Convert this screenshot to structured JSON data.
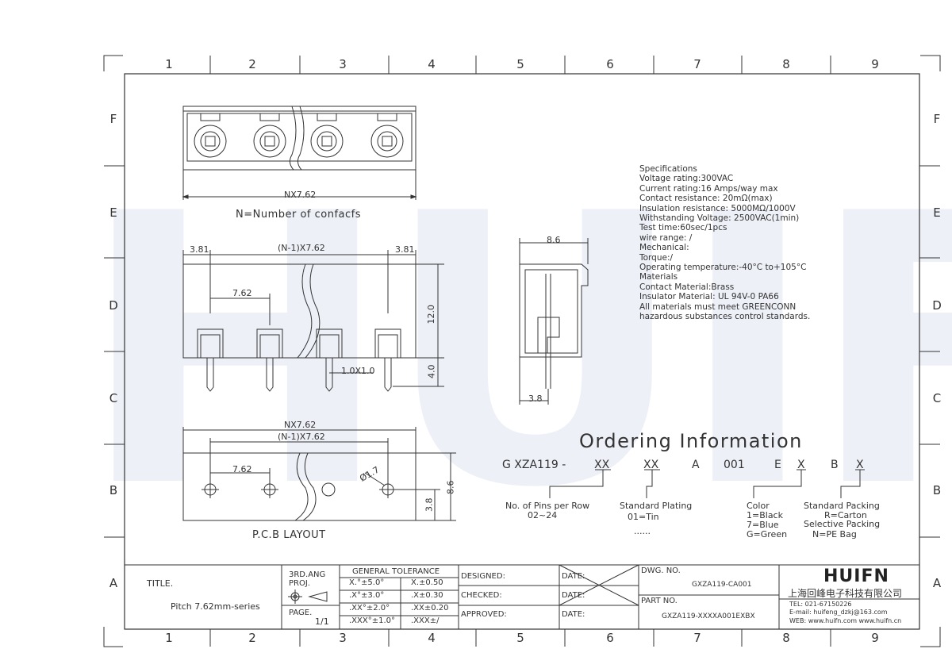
{
  "zones": {
    "columns": [
      "1",
      "2",
      "3",
      "4",
      "5",
      "6",
      "7",
      "8",
      "9"
    ],
    "rows": [
      "F",
      "E",
      "D",
      "C",
      "B",
      "A"
    ]
  },
  "watermark": "HUIFN",
  "views": {
    "top_dim": "NX7.62",
    "top_caption": "N=Number of confacfs",
    "front_dims": [
      "3.81",
      "(N-1)X7.62",
      "3.81",
      "7.62",
      "12.0",
      "4.0",
      "1.0X1.0"
    ],
    "side_dims": [
      "8.6",
      "3.8"
    ],
    "pcb_dims": [
      "NX7.62",
      "(N-1)X7.62",
      "7.62",
      "Ø1.7",
      "8.6",
      "3.8"
    ],
    "pcb_caption": "P.C.B LAYOUT"
  },
  "specifications": [
    "Specifications",
    "Voltage rating:300VAC",
    "Current rating:16 Amps/way max",
    "Contact resistance: 20mΩ(max)",
    "Insulation resistance: 5000MΩ/1000V",
    "Withstanding Voltage: 2500VAC(1min)",
    "Test time:60sec/1pcs",
    "wire range: /",
    "Mechanical:",
    "Torque:/",
    "Operating temperature:-40°C to+105°C",
    "Materials",
    "Contact Material:Brass",
    "Insulator Material: UL 94V-0 PA66",
    "All materials must meet GREENCONN",
    "hazardous substances control standards."
  ],
  "ordering": {
    "title": "Ordering Information",
    "code": [
      "G XZA119 -",
      "XX",
      "XX",
      "A",
      "001",
      "E",
      "X",
      "B",
      "X"
    ],
    "pins_label": "No. of Pins per Row",
    "pins_range": "02~24",
    "plating_label": "Standard Plating",
    "plating_value": "01=Tin",
    "plating_more": "......",
    "color_label": "Color",
    "color_values": [
      "1=Black",
      "7=Blue",
      "G=Green"
    ],
    "packing_label": "Standard Packing",
    "packing_value": "R=Carton",
    "selective_label": "Selective Packing",
    "selective_value": "N=PE Bag"
  },
  "title_block": {
    "title_label": "TITLE.",
    "title_value": "Pitch 7.62mm-series",
    "proj_label": "3RD.ANG\nPROJ.",
    "page_label": "PAGE.",
    "page_value": "1/1",
    "tolerance_header": "GENERAL TOLERANCE",
    "tolerances": [
      [
        "X.°±5.0°",
        "X.±0.50"
      ],
      [
        ".X°±3.0°",
        ".X±0.30"
      ],
      [
        ".XX°±2.0°",
        ".XX±0.20"
      ],
      [
        ".XXX°±1.0°",
        ".XXX±/"
      ]
    ],
    "designed": "DESIGNED:",
    "checked": "CHECKED:",
    "approved": "APPROVED:",
    "date": "DATE:",
    "dwg_label": "DWG. NO.",
    "dwg_value": "GXZA119-CA001",
    "part_label": "PART NO.",
    "part_value": "GXZA119-XXXXA001EXBX",
    "company_logo": "HUIFN",
    "company_name": "上海回峰电子科技有限公司",
    "tel": "TEL: 021-67150226",
    "email": "E-mail: huifeng_dzkj@163.com",
    "web": "WEB: www.huifn.com  www.huifn.cn"
  }
}
